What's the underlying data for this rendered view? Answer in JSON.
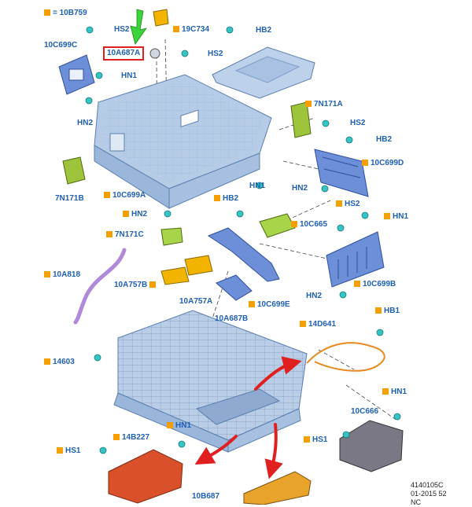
{
  "legend": {
    "text": "= 10B759"
  },
  "labels": {
    "hs2_tl": "HS2",
    "c19c734": "19C734",
    "hb2_top": "HB2",
    "c10c699c": "10C699C",
    "c10a687a": "10A687A",
    "hs2_mid": "HS2",
    "hn1_l": "HN1",
    "c7n171a": "7N171A",
    "hn2_l": "HN2",
    "hs2_r": "HS2",
    "hb2_r": "HB2",
    "c10c699d": "10C699D",
    "c7n171b": "7N171B",
    "c10c699a": "10C699A",
    "hn1_m": "HN1",
    "hn2_m": "HN2",
    "hb2_m": "HB2",
    "hs2_rr": "HS2",
    "hn2_c": "HN2",
    "c10c665": "10C665",
    "hn1_rr": "HN1",
    "c7n171c": "7N171C",
    "c10a818": "10A818",
    "c10a757b": "10A757B",
    "c10c699b": "10C699B",
    "c10a757a": "10A757A",
    "hn2_rr": "HN2",
    "c10c699e": "10C699E",
    "c10a687b": "10A687B",
    "c14d641": "14D641",
    "hb1": "HB1",
    "c14603": "14603",
    "hn1_br": "HN1",
    "c10c666": "10C666",
    "c14b227": "14B227",
    "hn1_b": "HN1",
    "hs1_l": "HS1",
    "hs1_r": "HS1",
    "c10b687": "10B687"
  },
  "footer": {
    "line1": "4140105C",
    "line2": "01-2015 52",
    "line3": "NC"
  },
  "colors": {
    "label": "#1f5fb4",
    "marker": "#f5a000",
    "highlight": "#e02020",
    "pointer": "#3cd43c"
  }
}
